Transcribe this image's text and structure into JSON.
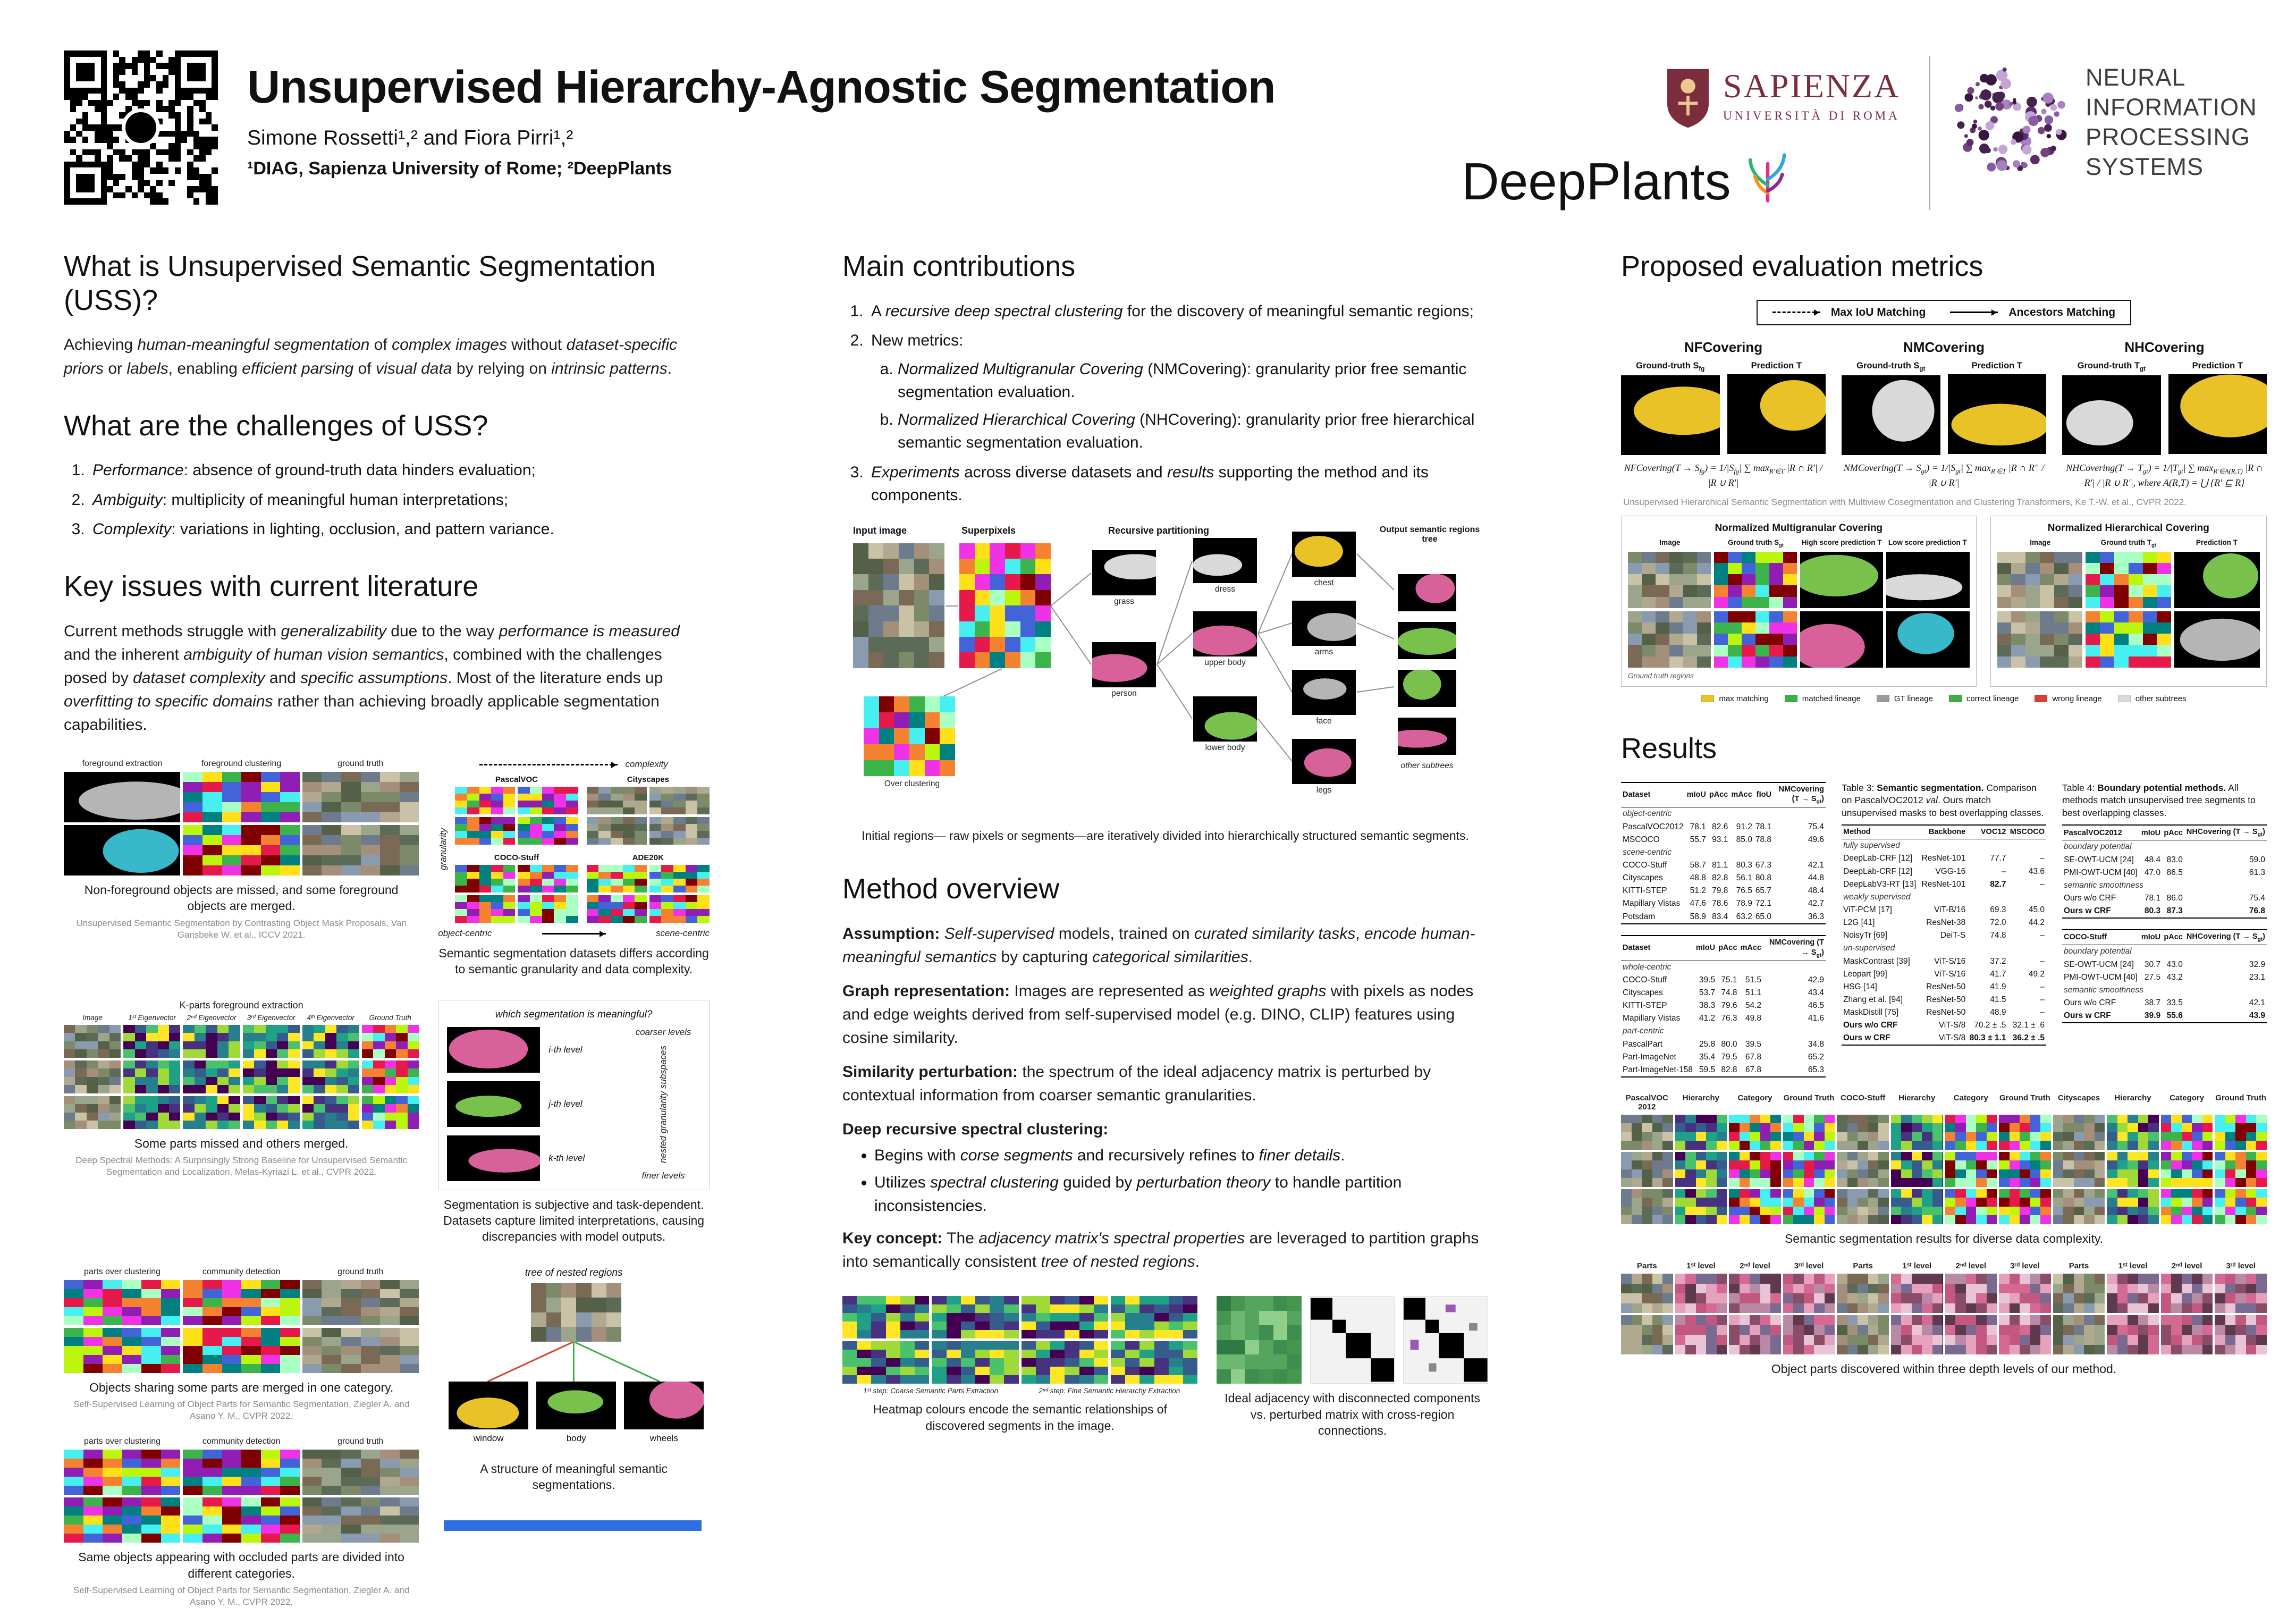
{
  "colors": {
    "sapienza_maroon": "#7c2d3d",
    "neurips_purple": "#8a5ba5",
    "deepplants_black": "#111111",
    "bottom_strip_blue": "#2f6fe4",
    "legend_green": "#3fae49",
    "legend_red": "#d8402f",
    "legend_yellow": "#e8c227",
    "legend_gray": "#9a9a9a"
  },
  "header": {
    "title": "Unsupervised Hierarchy-Agnostic Segmentation",
    "authors": "Simone Rossetti¹,² and Fiora Pirri¹,²",
    "affiliations": "¹DIAG, Sapienza University of Rome; ²DeepPlants",
    "sapienza": {
      "name": "SAPIENZA",
      "subtitle": "UNIVERSITÀ DI ROMA"
    },
    "deepplants": "DeepPlants",
    "neurips": {
      "line1": "NEURAL INFORMATION",
      "line2": "PROCESSING SYSTEMS"
    }
  },
  "left": {
    "s1_heading": "What is Unsupervised Semantic Segmentation (USS)?",
    "s1_body": "Achieving *human-meaningful segmentation* of *complex images* without *dataset-specific priors* or *labels*, enabling *efficient parsing* of *visual data* by relying on *intrinsic patterns*.",
    "s2_heading": "What are the challenges of USS?",
    "s2_items": [
      "*Performance*: absence of ground-truth data hinders evaluation;",
      "*Ambiguity*: multiplicity of meaningful human interpretations;",
      "*Complexity*: variations in lighting, occlusion, and pattern variance."
    ],
    "s3_heading": "Key issues with current literature",
    "s3_body": "Current methods struggle with *generalizability* due to the way *performance is measured* and the inherent *ambiguity of human vision semantics*, combined with the challenges posed by *dataset complexity* and *specific assumptions*. Most of the literature ends up *overfitting to specific domains* rather than achieving broadly applicable segmentation capabilities.",
    "fig1": {
      "col_labels": [
        "foreground extraction",
        "foreground clustering",
        "ground truth"
      ],
      "caption": "Non-foreground objects are missed, and some foreground objects are merged.",
      "source": "Unsupervised Semantic Segmentation by Contrasting Object Mask Proposals, Van Gansbeke W. et al., ICCV 2021."
    },
    "fig2": {
      "axis_top": "complexity",
      "axis_left": "granularity",
      "datasets": [
        "PascalVOC",
        "Cityscapes",
        "COCO-Stuff",
        "ADE20K"
      ],
      "axis_bottom_left": "object-centric",
      "axis_bottom_right": "scene-centric",
      "caption": "Semantic segmentation datasets differs according to semantic granularity and data complexity."
    },
    "fig3": {
      "title": "K-parts foreground extraction",
      "col_labels": [
        "Image",
        "1ˢᵗ Eigenvector",
        "2ⁿᵈ Eigenvector",
        "3ʳᵈ Eigenvector",
        "4ᵗʰ Eigenvector",
        "Ground Truth"
      ],
      "caption": "Some parts missed and others merged.",
      "source": "Deep Spectral Methods: A Surprisingly Strong Baseline for Unsupervised Semantic Segmentation and Localization, Melas-Kyriazi L. et al., CVPR 2022."
    },
    "fig4": {
      "question": "which segmentation is meaningful?",
      "levels": [
        "i-th level",
        "j-th level",
        "k-th level"
      ],
      "coarser": "coarser levels",
      "finer": "finer levels",
      "axis": "nested granularity subspaces",
      "caption": "Segmentation is subjective and task-dependent. Datasets capture limited interpretations, causing discrepancies with model outputs."
    },
    "fig5": {
      "col_labels": [
        "parts over clustering",
        "community detection",
        "ground truth"
      ],
      "caption": "Objects sharing some parts are merged in one category.",
      "source": "Self-Supervised Learning of Object Parts for Semantic Segmentation, Ziegler A. and Asano Y. M., CVPR 2022."
    },
    "fig6": {
      "col_labels": [
        "parts over clustering",
        "community detection",
        "ground truth"
      ],
      "caption": "Same objects appearing with occluded parts are divided into different categories.",
      "source": "Self-Supervised Learning of Object Parts for Semantic Segmentation, Ziegler A. and Asano Y. M., CVPR 2022."
    },
    "fig7": {
      "title": "tree of nested regions",
      "nodes": [
        "window",
        "body",
        "wheels"
      ],
      "caption": "A structure of meaningful semantic segmentations."
    }
  },
  "middle": {
    "s1_heading": "Main contributions",
    "contrib1": "A *recursive deep spectral clustering* for the discovery of meaningful semantic regions;",
    "contrib2": "New metrics:",
    "contrib2a": "*Normalized Multigranular Covering* (NMCovering): granularity prior free semantic segmentation evaluation.",
    "contrib2b": "*Normalized Hierarchical Covering* (NHCovering): granularity prior free hierarchical semantic segmentation evaluation.",
    "contrib3": "*Experiments* across diverse datasets and *results* supporting the method and its components.",
    "fig_overview": {
      "labels": {
        "input": "Input image",
        "superpixels": "Superpixels",
        "recursive": "Recursive partitioning",
        "over": "Over clustering",
        "output": "Output semantic regions tree",
        "other": "other subtrees"
      },
      "regions": [
        "grass",
        "person",
        "dress",
        "upper body",
        "lower body",
        "arms",
        "face",
        "legs",
        "chest"
      ],
      "caption": "Initial regions— raw pixels or segments—are iteratively divided into hierarchically structured semantic segments."
    },
    "s2_heading": "Method overview",
    "p_assumption": "**Assumption:** *Self-supervised* models, trained on *curated similarity tasks*, *encode human-meaningful semantics* by capturing *categorical similarities*.",
    "p_graph": "**Graph representation:** Images are represented as *weighted graphs* with pixels as nodes and edge weights derived from self-supervised model (e.g. DINO, CLIP) features using cosine similarity.",
    "p_perturb": "**Similarity perturbation:** the spectrum of the ideal adjacency matrix is perturbed by contextual information from coarser semantic granularities.",
    "p_deep": "**Deep recursive spectral clustering:**",
    "deep_bullets": [
      "Begins with *corse segments* and recursively refines to *finer details*.",
      "Utilizes *spectral clustering* guided by *perturbation theory* to handle partition inconsistencies."
    ],
    "p_key": "**Key concept:** The *adjacency matrix's spectral properties* are leveraged to partition graphs into semantically consistent *tree of nested regions*.",
    "fig_heatmap": {
      "col_labels": [
        "1ˢᵗ step: Coarse Semantic Parts Extraction",
        "2ⁿᵈ step: Fine Semantic Hierarchy Extraction"
      ],
      "caption": "Heatmap colours encode the semantic relationships of discovered segments in the image."
    },
    "fig_adjacency": {
      "caption": "Ideal adjacency with disconnected components vs. perturbed matrix with cross-region connections."
    }
  },
  "right": {
    "s1_heading": "Proposed evaluation metrics",
    "metrics": {
      "legend": [
        "Max IoU Matching",
        "Ancestors Matching"
      ],
      "panels": [
        {
          "name": "NFCovering",
          "gt": "Ground-truth S~fg~",
          "pred": "Prediction T",
          "formula": "NFCovering(T → S~fg~) = 1/|S~fg~| ∑ max~R′∈T~ |R ∩ R′| / |R ∪ R′|"
        },
        {
          "name": "NMCovering",
          "gt": "Ground-truth S~gt~",
          "pred": "Prediction T",
          "formula": "NMCovering(T → S~gt~) = 1/|S~gt~| ∑ max~R′∈T~ |R ∩ R′| / |R ∪ R′|"
        },
        {
          "name": "NHCovering",
          "gt": "Ground-truth T~gt~",
          "pred": "Prediction T",
          "formula": "NHCovering(T → T~gt~) = 1/|T~gt~| ∑ max~R′∈A(R,T)~ |R ∩ R′| / |R ∪ R′|, where A(R,T) = ⋃ {R′ ⊑ R}"
        }
      ],
      "source": "Unsupervised Hierarchical Semantic Segmentation with Multiview Cosegmentation and Clustering Transformers, Ke T.-W. et al., CVPR 2022.",
      "sub_left": {
        "title": "Normalized Multigranular Covering",
        "cols": [
          "Image",
          "Ground truth S~gt~",
          "High score prediction T",
          "Low score prediction T"
        ],
        "note": "Ground truth regions"
      },
      "sub_right": {
        "title": "Normalized Hierarchical Covering",
        "cols": [
          "Image",
          "Ground truth T~gt~",
          "Prediction T"
        ]
      },
      "mini_legend": [
        "max matching",
        "matched lineage",
        "GT lineage",
        "correct lineage",
        "wrong lineage",
        "other subtrees"
      ]
    },
    "s2_heading": "Results",
    "results": {
      "table1": {
        "columns": [
          "Dataset",
          "mIoU",
          "pAcc",
          "mAcc",
          "fIoU",
          "NMCovering (T → S~gt~)"
        ],
        "rows": [
          [
            "@object-centric"
          ],
          [
            "PascalVOC2012",
            "78.1",
            "82.6",
            "91.2",
            "78.1",
            "75.4"
          ],
          [
            "MSCOCO",
            "55.7",
            "93.1",
            "85.0",
            "78.8",
            "49.6"
          ],
          [
            "@scene-centric"
          ],
          [
            "COCO-Stuff",
            "58.7",
            "81.1",
            "80.3",
            "67.3",
            "42.1"
          ],
          [
            "Cityscapes",
            "48.8",
            "82.8",
            "56.1",
            "80.8",
            "44.8"
          ],
          [
            "KITTI-STEP",
            "51.2",
            "79.8",
            "76.5",
            "65.7",
            "48.4"
          ],
          [
            "Mapillary Vistas",
            "47.6",
            "78.6",
            "78.9",
            "72.1",
            "42.7"
          ],
          [
            "Potsdam",
            "58.9",
            "83.4",
            "63.2",
            "65.0",
            "36.3"
          ]
        ]
      },
      "table2": {
        "columns": [
          "Dataset",
          "mIoU",
          "pAcc",
          "mAcc",
          "NMCovering (T → S~gt~)"
        ],
        "rows": [
          [
            "@whole-centric"
          ],
          [
            "COCO-Stuff",
            "39.5",
            "75.1",
            "51.5",
            "42.9"
          ],
          [
            "Cityscapes",
            "53.7",
            "74.8",
            "51.1",
            "43.4"
          ],
          [
            "KITTI-STEP",
            "38.3",
            "79.6",
            "54.2",
            "46.5"
          ],
          [
            "Mapillary Vistas",
            "41.2",
            "76.3",
            "49.8",
            "41.6"
          ],
          [
            "@part-centric"
          ],
          [
            "PascalPart",
            "25.8",
            "80.0",
            "39.5",
            "34.8"
          ],
          [
            "Part-ImageNet",
            "35.4",
            "79.5",
            "67.8",
            "65.2"
          ],
          [
            "Part-ImageNet-158",
            "59.5",
            "82.8",
            "67.8",
            "65.3"
          ]
        ]
      },
      "table3_caption": "Table 3: **Semantic segmentation.** Comparison on PascalVOC2012 *val*. Ours match unsupervised masks to best overlapping classes.",
      "table3": {
        "columns": [
          "Method",
          "Backbone",
          "VOC12",
          "MSCOCO"
        ],
        "rows": [
          [
            "@fully supervised"
          ],
          [
            "DeepLab-CRF [12]",
            "ResNet-101",
            "77.7",
            "–"
          ],
          [
            "DeepLab-CRF [12]",
            "VGG-16",
            "–",
            "43.6"
          ],
          [
            "DeepLabV3-RT [13]",
            "ResNet-101",
            "**82.7**",
            "–"
          ],
          [
            "@weakly supervised"
          ],
          [
            "ViT-PCM [17]",
            "ViT-B/16",
            "69.3",
            "45.0"
          ],
          [
            "L2G [41]",
            "ResNet-38",
            "72.0",
            "44.2"
          ],
          [
            "NoisyTr [69]",
            "DeiT-S",
            "74.8",
            "–"
          ],
          [
            "@un-supervised"
          ],
          [
            "MaskContrast [39]",
            "ViT-S/16",
            "37.2",
            "–"
          ],
          [
            "Leopart [99]",
            "ViT-S/16",
            "41.7",
            "49.2"
          ],
          [
            "HSG [14]",
            "ResNet-50",
            "41.9",
            "–"
          ],
          [
            "Zhang et al. [94]",
            "ResNet-50",
            "41.5",
            "–"
          ],
          [
            "MaskDistill [75]",
            "ResNet-50",
            "48.9",
            "–"
          ],
          [
            "**Ours w/o CRF**",
            "ViT-S/8",
            "70.2 ± .5",
            "32.1 ± .6"
          ],
          [
            "**Ours w CRF**",
            "ViT-S/8",
            "**80.3 ± 1.1**",
            "**36.2 ± .5**"
          ]
        ]
      },
      "table4_caption": "Table 4: **Boundary potential methods.** All methods match unsupervised tree segments to best overlapping classes.",
      "table4a": {
        "columns": [
          "PascalVOC2012",
          "mIoU",
          "pAcc",
          "NHCovering (T → S~gt~)"
        ],
        "rows": [
          [
            "@boundary potential"
          ],
          [
            "SE-OWT-UCM [24]",
            "48.4",
            "83.0",
            "59.0"
          ],
          [
            "PMI-OWT-UCM [40]",
            "47.0",
            "86.5",
            "61.3"
          ],
          [
            "@semantic smoothness"
          ],
          [
            "Ours w/o CRF",
            "78.1",
            "86.0",
            "75.4"
          ],
          [
            "**Ours w CRF**",
            "**80.3**",
            "**87.3**",
            "**76.8**"
          ]
        ]
      },
      "table4b": {
        "columns": [
          "COCO-Stuff",
          "mIoU",
          "pAcc",
          "NHCovering (T → S~gt~)"
        ],
        "rows": [
          [
            "@boundary potential"
          ],
          [
            "SE-OWT-UCM [24]",
            "30.7",
            "43.0",
            "32.9"
          ],
          [
            "PMI-OWT-UCM [40]",
            "27.5",
            "43.2",
            "23.1"
          ],
          [
            "@semantic smoothness"
          ],
          [
            "Ours w/o CRF",
            "38.7",
            "33.5",
            "42.1"
          ],
          [
            "**Ours w CRF**",
            "**39.9**",
            "**55.6**",
            "**43.9**"
          ]
        ]
      },
      "r1_labels": [
        "PascalVOC 2012",
        "Hierarchy",
        "Category",
        "Ground Truth",
        "COCO-Stuff",
        "Hierarchy",
        "Category",
        "Ground Truth",
        "Cityscapes",
        "Hierarchy",
        "Category",
        "Ground Truth"
      ],
      "r1_caption": "Semantic segmentation results for diverse data complexity.",
      "r2_labels": [
        "Parts",
        "1ˢᵗ level",
        "2ⁿᵈ level",
        "3ʳᵈ level",
        "Parts",
        "1ˢᵗ level",
        "2ⁿᵈ level",
        "3ʳᵈ level",
        "Parts",
        "1ˢᵗ level",
        "2ⁿᵈ level",
        "3ʳᵈ level"
      ],
      "r2_caption": "Object parts discovered within three depth levels of our method."
    }
  }
}
